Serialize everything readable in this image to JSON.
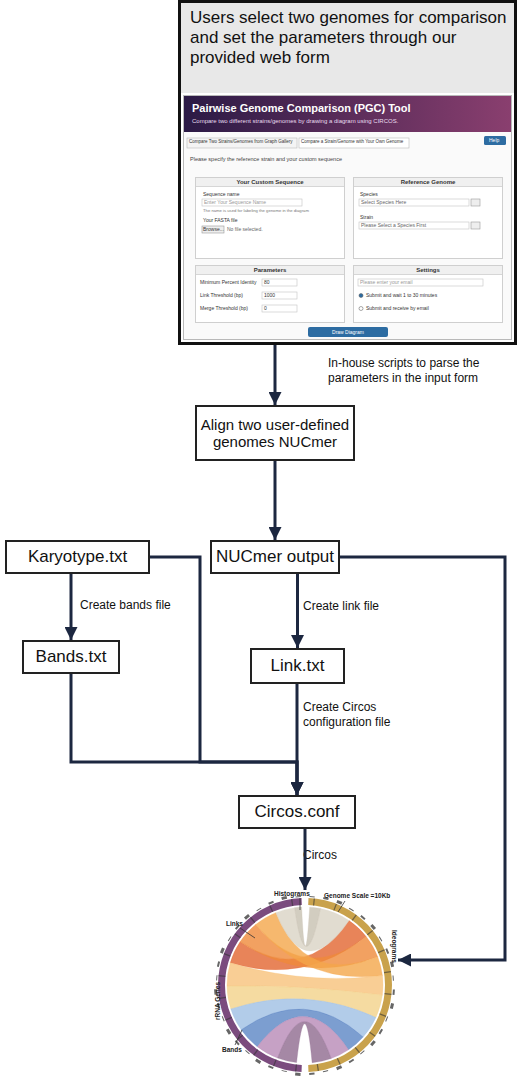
{
  "diagram": {
    "nodes": [
      {
        "text": [
          "Users select two genomes for comparison and set the parameters through our provided web form"
        ]
      },
      {
        "text": [
          "Pairwise Genome Comparison (PGC) Tool",
          "Compare two different strains/genomes by drawing a diagram using CIRCOS."
        ],
        "in": 0
      },
      {
        "text": [
          "Your Custom Sequence"
        ],
        "in": 1
      },
      {
        "text": [
          "Reference Genome"
        ],
        "in": 1
      },
      {
        "text": [
          "Parameters"
        ],
        "in": 1
      },
      {
        "text": [
          "Settings"
        ],
        "in": 1
      },
      {
        "text": [
          "Draw Diagram"
        ],
        "in": 1
      },
      {
        "text": [
          "Align two user-defined genomes NUCmer"
        ]
      },
      {
        "text": [
          "Karyotype.txt"
        ]
      },
      {
        "text": [
          "NUCmer output"
        ]
      },
      {
        "text": [
          "Bands.txt"
        ]
      },
      {
        "text": [
          "Link.txt"
        ]
      },
      {
        "text": [
          "Circos.conf"
        ]
      },
      {
        "text": [
          "Histograms",
          "Genome Scale =10Kb",
          "Links",
          "Ideograms",
          "rRNA Genes",
          "Bands"
        ]
      }
    ],
    "edges": [
      {
        "from": 0,
        "to": 7,
        "label": "In-house scripts to parse the parameters in the input form",
        "arrow": "to"
      },
      {
        "from": 7,
        "to": 9,
        "arrow": "to"
      },
      {
        "from": 8,
        "to": 10,
        "label": "Create bands file",
        "arrow": "to"
      },
      {
        "from": 9,
        "to": 11,
        "label": "Create link file",
        "arrow": "to"
      },
      {
        "from": 11,
        "to": 12,
        "label": "Create Circos configuration file",
        "arrow": "to"
      },
      {
        "from": 10,
        "to": 12,
        "arrow": "to"
      },
      {
        "from": 8,
        "to": 12,
        "arrow": "to"
      },
      {
        "from": 12,
        "to": 13,
        "label": "Circos",
        "arrow": "to"
      },
      {
        "from": 9,
        "to": 13,
        "arrow": "to"
      }
    ],
    "labels": [
      "Compare Two Strains/Genomes from Graph Gallery",
      "Compare a Strain/Genome with Your Own Genome",
      "Help",
      "Please specify the reference strain and your custom sequence",
      "Sequence name",
      "Enter Your Sequence Name",
      "The name is used for labeling the genome in the diagram",
      "Your FASTA file",
      "Browse...",
      "No file selected.",
      "Species",
      "Select Species Here",
      "Strain",
      "Please Select a Species First",
      "Minimum Percent Identity",
      "80",
      "Link Threshold (bp)",
      "1000",
      "Merge Threshold (bp)",
      "0",
      "Please enter your email",
      "Submit and wait 1 to 30 minutes",
      "Submit and receive by email"
    ]
  }
}
